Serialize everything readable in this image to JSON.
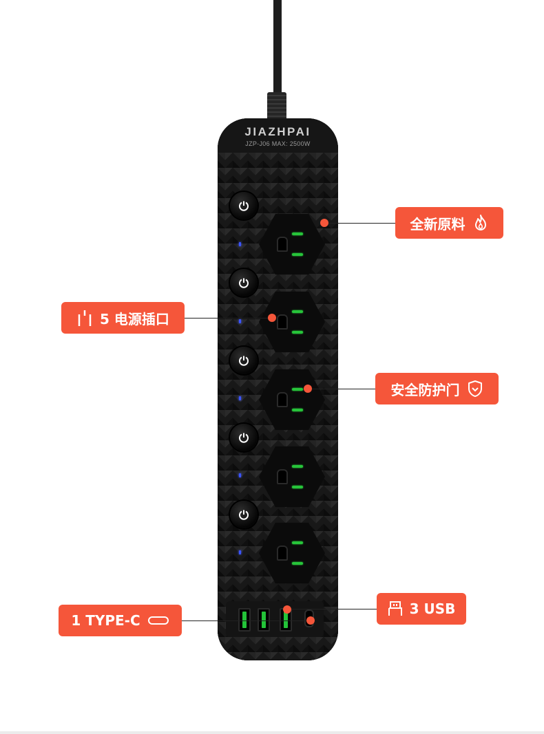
{
  "product": {
    "brand": "JIAZHPAI",
    "model": "JZP-J06",
    "max_power": "MAX: 2500W",
    "outlet_count": 5,
    "usb_port_count": 3,
    "typec_port_count": 1,
    "colors": {
      "body": "#121212",
      "outlet_slot": "#27c43a",
      "indicator_led": "#3b54ff"
    }
  },
  "callouts": {
    "new_material": {
      "text": "全新原料",
      "icon": "flame-icon"
    },
    "sockets": {
      "text": "5 电源插口",
      "icon": "plug-icon"
    },
    "safety_door": {
      "text": "安全防护门",
      "icon": "shield-icon"
    },
    "usb": {
      "text": "3 USB",
      "icon": "usb-icon"
    },
    "typec": {
      "text": "1 TYPE-C",
      "icon": "type-c-icon"
    }
  },
  "accent_color": "#f5563a"
}
